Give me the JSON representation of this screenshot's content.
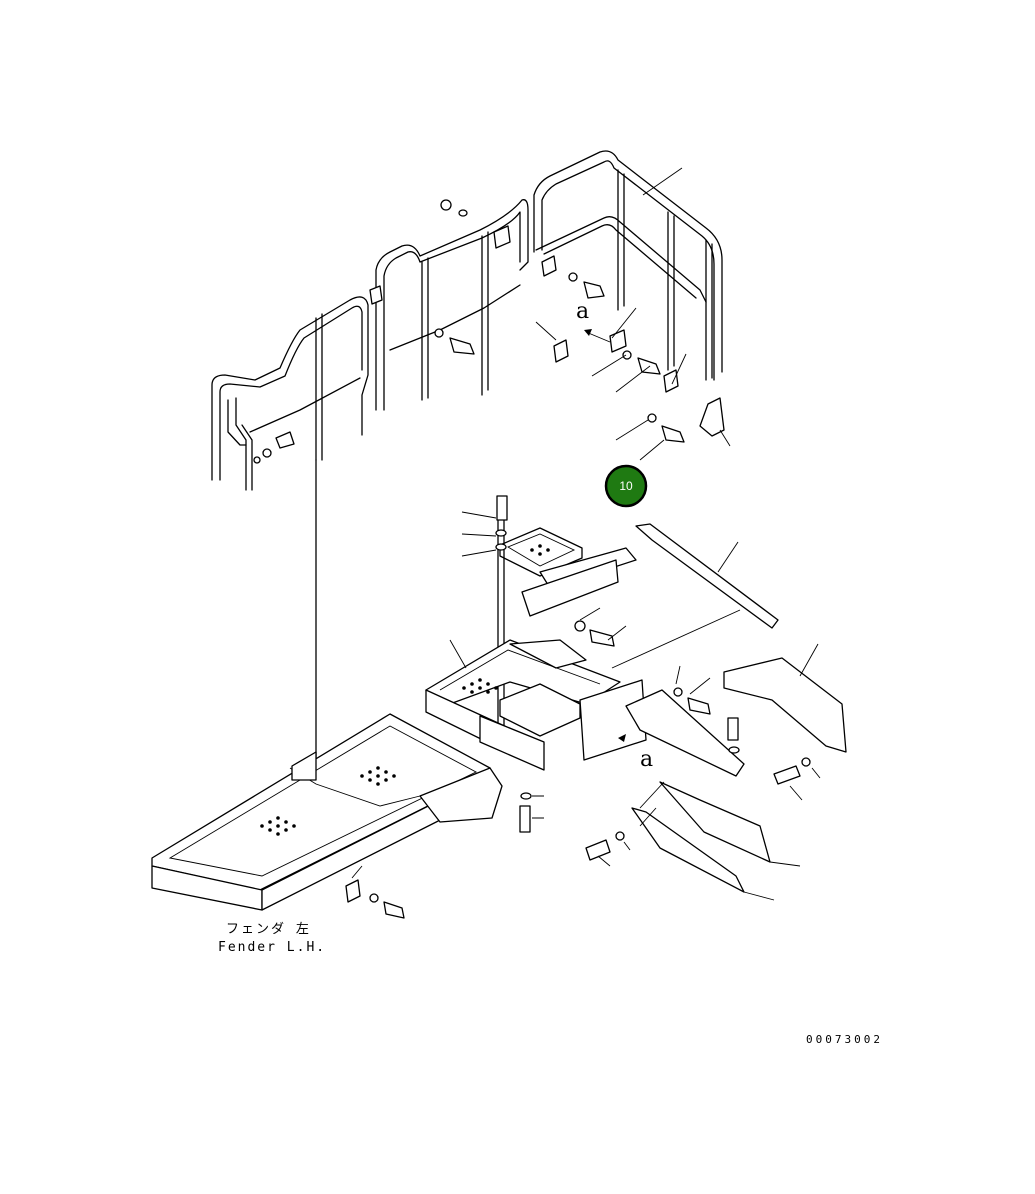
{
  "labels": {
    "fender_jp": "フェンダ 左",
    "fender_en": "Fender L.H.",
    "view_mark_top": "a",
    "view_mark_bottom": "a",
    "drawing_code": "00073002"
  },
  "callout": {
    "number": "10",
    "color": "#1f7a12"
  }
}
